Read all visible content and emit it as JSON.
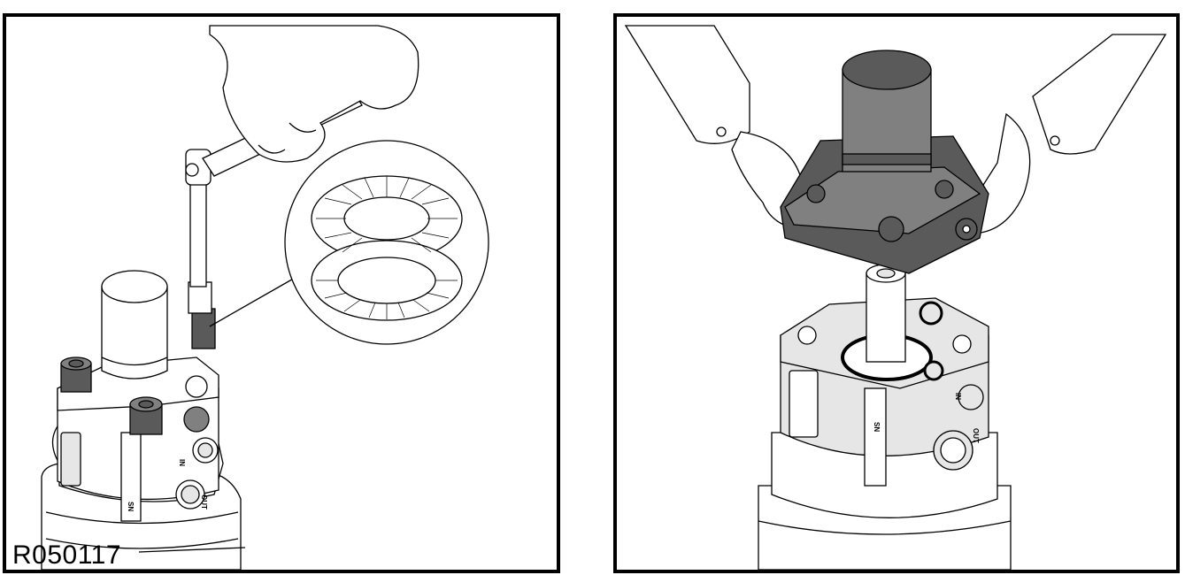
{
  "figure": {
    "reference_code": "R050117"
  },
  "left_panel": {
    "labels": {
      "port_in": "IN",
      "port_out": "OUT",
      "serial": "SN"
    }
  },
  "right_panel": {
    "labels": {
      "port_in": "IN",
      "port_out": "OUT",
      "serial": "SN"
    }
  },
  "colors": {
    "outline": "#000000",
    "background": "#ffffff",
    "part_highlight": "#808080",
    "part_shadow": "#5a5a5a",
    "body_shade": "#e6e6e6"
  }
}
